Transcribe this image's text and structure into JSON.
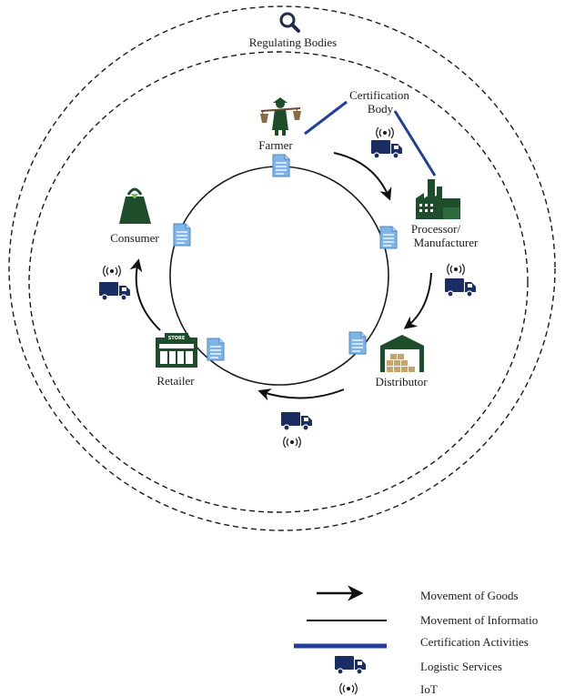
{
  "regulating_bodies": {
    "label": "Regulating Bodies",
    "icon": "magnifier-icon"
  },
  "certification_body": {
    "line1": "Certification",
    "line2": "Body"
  },
  "nodes": {
    "farmer": {
      "label": "Farmer",
      "icon": "farmer-icon"
    },
    "processor": {
      "line1": "Processor/",
      "line2": "Manufacturer",
      "icon": "factory-icon"
    },
    "distributor": {
      "label": "Distributor",
      "icon": "warehouse-icon"
    },
    "retailer": {
      "label": "Retailer",
      "icon": "store-icon"
    },
    "consumer": {
      "label": "Consumer",
      "icon": "shopping-bag-icon"
    },
    "store_sign": "STORE"
  },
  "legend": {
    "goods": "Movement of Goods",
    "information": "Movement of Informatio",
    "certification": "Certification Activities",
    "logistics": "Logistic Services",
    "iot": "IoT"
  },
  "colors": {
    "certification_line": "#1f3f9b",
    "truck": "#1b2e63",
    "document": "#7fb5e6",
    "icon_green": "#1e4d2b",
    "distributor_boxes": "#c9a36a"
  }
}
